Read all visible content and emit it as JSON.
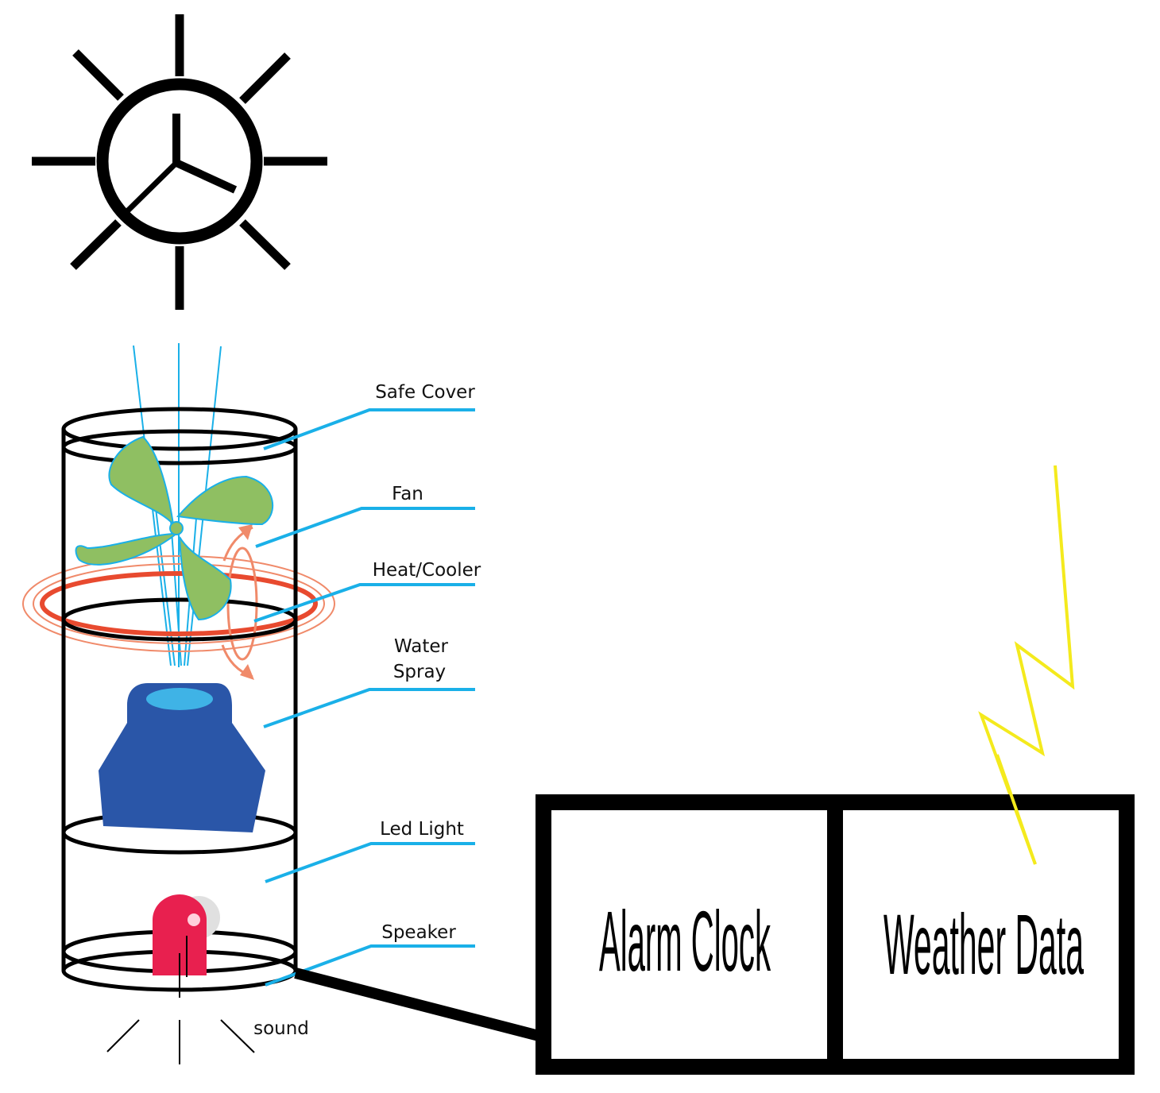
{
  "labels": {
    "safe_cover": "Safe Cover",
    "fan": "Fan",
    "heat_cooler": "Heat/Cooler",
    "water_spray_line1": "Water",
    "water_spray_line2": "Spray",
    "led_light": "Led Light",
    "speaker": "Speaker",
    "sound": "sound"
  },
  "box": {
    "left_label": "Alarm Clock",
    "right_label": "Weather Data"
  },
  "colors": {
    "line": "#000000",
    "leader": "#1ab0e8",
    "fan_blade": "#8fbf62",
    "heat": "#e84a2f",
    "spray_body": "#2a56a8",
    "spray_nozzle": "#3fb3e6",
    "led": "#e8204f",
    "signal": "#f4ea1d"
  }
}
